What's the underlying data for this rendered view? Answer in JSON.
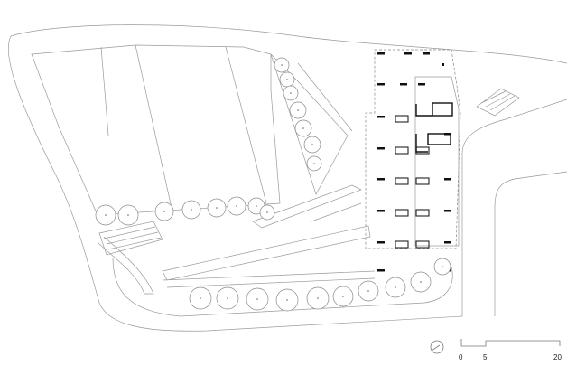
{
  "drawing": {
    "type": "site-plan",
    "scale_bar": {
      "labels": [
        "0",
        "5",
        "20"
      ],
      "units": "m"
    },
    "north_arrow": "north-arrow-icon"
  }
}
